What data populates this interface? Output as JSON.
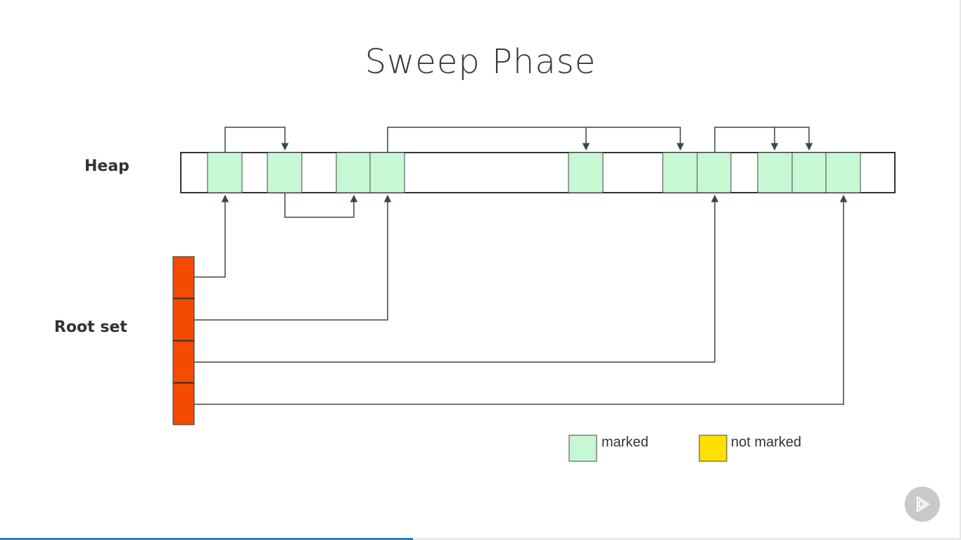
{
  "slide": {
    "title": "Sweep Phase"
  },
  "labels": {
    "heap": "Heap",
    "root_set": "Root set"
  },
  "legend": [
    {
      "label": "marked",
      "color": "#c6f8d3"
    },
    {
      "label": "not marked",
      "color": "#ffe000"
    }
  ],
  "colors": {
    "root": "#f54b00",
    "marked": "#c6f8d3",
    "empty": "#ffffff",
    "line": "#444444"
  },
  "player": {
    "progress": 0.43,
    "play_icon": "pluralsight-play-icon"
  }
}
